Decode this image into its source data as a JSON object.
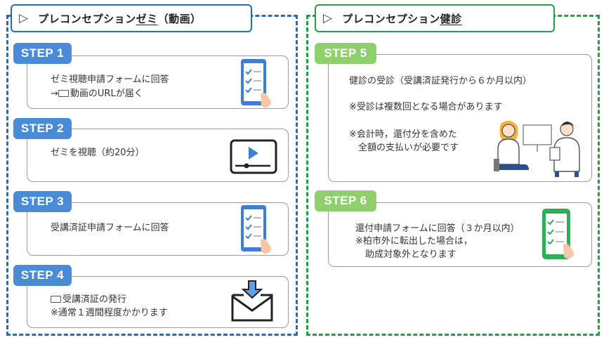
{
  "left_panel": {
    "title_prefix": "プレコンセプション",
    "title_emph": "ゼミ",
    "title_suffix": "（動画）",
    "steps": [
      {
        "label": "STEP 1",
        "line1": "ゼミ視聴申請フォームに回答",
        "line2_arrow": "→",
        "line2_rest": "動画のURLが届く"
      },
      {
        "label": "STEP 2",
        "line1": "ゼミを視聴（約20分）"
      },
      {
        "label": "STEP 3",
        "line1": "受講済証申請フォームに回答"
      },
      {
        "label": "STEP 4",
        "line1_rest": "受講済証の発行",
        "line2": "※通常１週間程度かかります"
      }
    ]
  },
  "right_panel": {
    "title_prefix": "プレコンセプション",
    "title_emph": "健診",
    "steps": [
      {
        "label": "STEP 5",
        "line1": "健診の受診（受講済証発行から６か月以内）",
        "line2": "※受診は複数回となる場合があります",
        "line3": "※会計時，還付分を含めた",
        "line4": "全額の支払いが必要です"
      },
      {
        "label": "STEP 6",
        "line1": "還付申請フォームに回答（３か月以内）",
        "line2": "※柏市外に転出した場合は，",
        "line3": "助成対象外となります"
      }
    ]
  },
  "icons": {
    "step1": "checklist-tablet-icon",
    "step2": "video-play-icon",
    "step3": "checklist-tablet-icon",
    "step4": "download-mail-icon",
    "step5": "clinic-consultation-illustration",
    "step6": "checklist-phone-icon"
  },
  "colors": {
    "blue": "#1f6fbf",
    "green": "#22a048",
    "step_blue": "#4a8bd6",
    "step_green": "#8fcf6e"
  }
}
